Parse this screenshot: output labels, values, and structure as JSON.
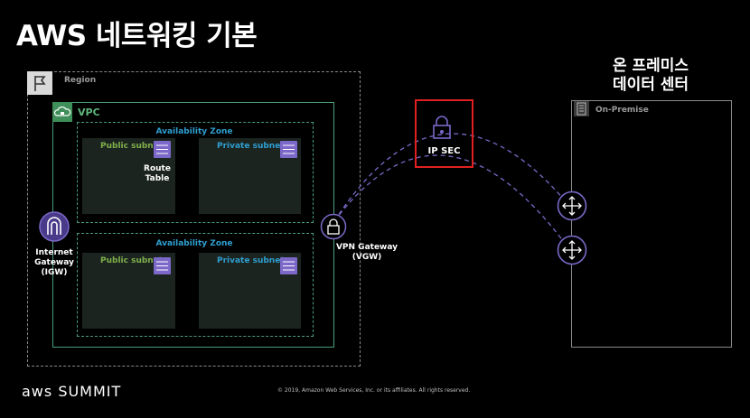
{
  "title": "AWS 네트워킹 기본",
  "region": {
    "label": "Region"
  },
  "vpc": {
    "label": "VPC"
  },
  "availability_zones": [
    {
      "label": "Availability Zone",
      "public_subnet": "Public subnet",
      "private_subnet": "Private subnet",
      "route_table": "Route\nTable"
    },
    {
      "label": "Availability Zone",
      "public_subnet": "Public subnet",
      "private_subnet": "Private subnet"
    }
  ],
  "internet_gateway": {
    "label": "Internet\nGateway\n(IGW)"
  },
  "vpn_gateway": {
    "label": "VPN Gateway\n(VGW)"
  },
  "ipsec": {
    "label": "IP SEC"
  },
  "on_premise": {
    "title": "온 프레미스\n데이터 센터",
    "label": "On-Premise"
  },
  "footer": {
    "logo": "aws SUMMIT",
    "copyright": "© 2019, Amazon Web Services, Inc. or its affiliates. All rights reserved."
  },
  "colors": {
    "vpc_border": "#4a9e7a",
    "public": "#7fb04a",
    "private": "#2f9fd0",
    "connection": "#7b68c8",
    "ipsec_highlight": "#e02020"
  }
}
